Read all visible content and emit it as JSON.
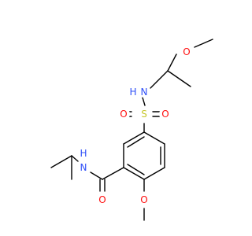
{
  "colors": {
    "background": "#ffffff",
    "bond": "#000000",
    "oxygen": "#ff0d0d",
    "nitrogen": "#3050f8",
    "sulfur": "#c6c62c"
  },
  "atoms": {
    "ether_top_o": "O",
    "sulfonamide_nh": "H",
    "sulfonamide_n": "N",
    "sulfonyl_o_left": "O",
    "sulfonyl_s": "S",
    "sulfonyl_o_right": "O",
    "amide_nh": "H",
    "amide_n": "N",
    "amide_o": "O",
    "methoxy_o": "O"
  }
}
